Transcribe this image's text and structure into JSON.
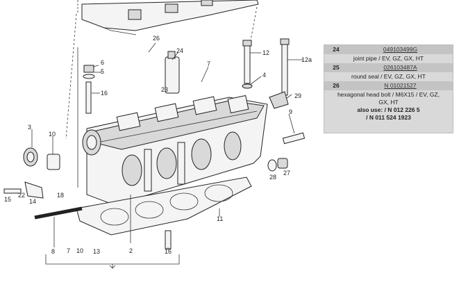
{
  "callouts": {
    "c26": "26",
    "c24": "24",
    "c6": "6",
    "c5": "5",
    "c12": "12",
    "c12a": "12a",
    "c7": "7",
    "c4": "4",
    "c23": "23",
    "c16": "16",
    "c29": "29",
    "c9": "9",
    "c3": "3",
    "c10a": "10",
    "c28": "28",
    "c27": "27",
    "c15": "15",
    "c22": "22",
    "c14": "14",
    "c18": "18",
    "c11": "11",
    "c8": "8",
    "c7b": "7",
    "c10b": "10",
    "c13": "13",
    "c2": "2",
    "c16b": "16"
  },
  "parts": [
    {
      "pos": "24",
      "number": "049103499G",
      "desc": [
        "joint pipe / EV, GZ, GX, HT"
      ]
    },
    {
      "pos": "25",
      "number": "026103487A",
      "desc": [
        "round seal / EV, GZ, GX, HT"
      ]
    },
    {
      "pos": "26",
      "number": "N 01021527",
      "desc": [
        "hexagonal head bolt / M6X15 / EV, GZ,",
        "GX, HT",
        "also use: / N 012 226 5",
        "/ N 011 524 1923"
      ]
    }
  ]
}
